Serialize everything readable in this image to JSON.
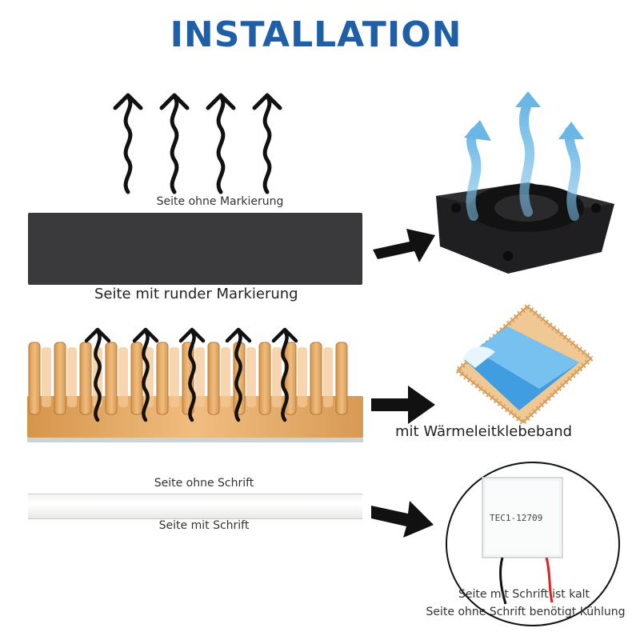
{
  "title": "INSTALLATION",
  "section1": {
    "label_top": "Seite ohne Markierung",
    "label_bottom": "Seite mit runder Markierung",
    "target": "fan-icon"
  },
  "section2": {
    "label_right": "mit Wärmeleitklebeband",
    "target": "heatsink-with-tape-icon"
  },
  "section3": {
    "label_top": "Seite ohne Schrift",
    "label_bottom": "Seite mit Schrift",
    "tec_model": "TEC1-12709",
    "note_1": "Seite mit Schrift ist kalt",
    "note_2": "Seite ohne Schrift benötigt Kühlung"
  },
  "colors": {
    "title": "#1f5fa8",
    "plate": "#3a3a3c",
    "copper": "#e0a865",
    "airflow_blue": "#7fc2e8",
    "tape_blue": "#3f9de0"
  }
}
